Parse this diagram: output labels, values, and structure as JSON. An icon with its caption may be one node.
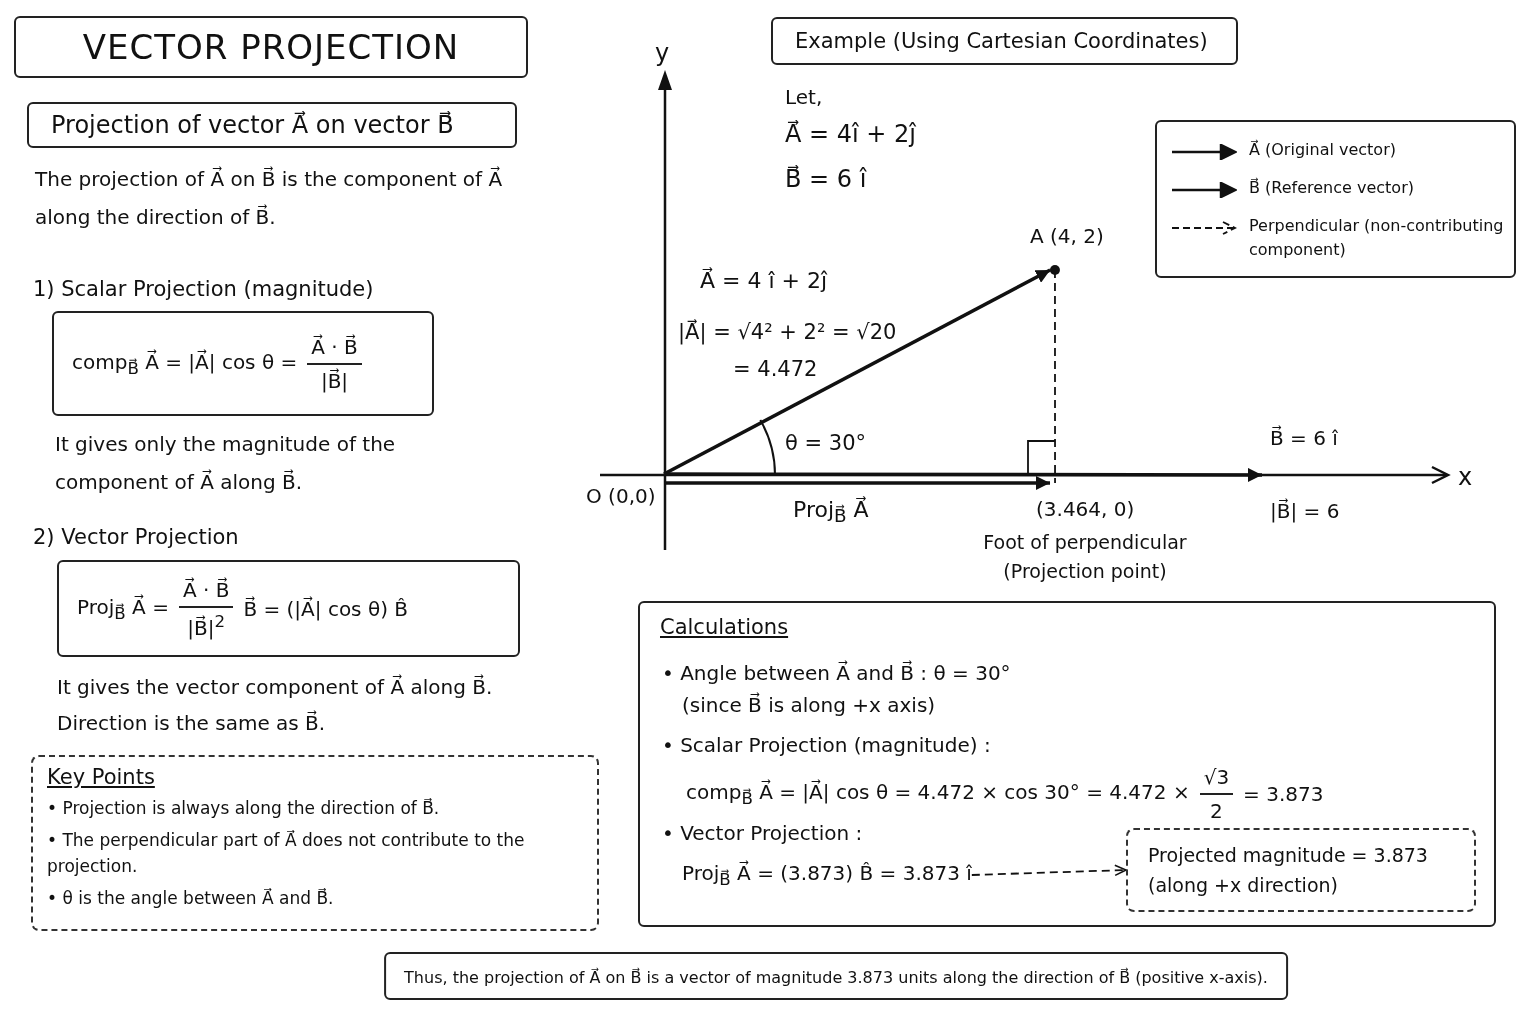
{
  "diagram": {
    "title": "VECTOR PROJECTION",
    "caption": "Thus, the projection of A⃗ on B⃗ is a vector of magnitude 3.873 units along the direction of B⃗ (positive x-axis).",
    "nodes": [
      {
        "text": [
          "Projection of vector A⃗ on vector B⃗"
        ]
      },
      {
        "text": [
          "comp$_{B⃗}$ A⃗ = |A⃗| cos θ =",
          "A⃗ · B⃗",
          "|B⃗|"
        ]
      },
      {
        "text": [
          "Proj$_{B⃗}$ A⃗ =",
          "A⃗ · B⃗",
          "|B⃗|$^{2}$",
          "B⃗ = (|A⃗| cos θ) B̂"
        ]
      },
      {
        "text": [
          "Key Points",
          "• Projection is always along the direction of B⃗.",
          "• The perpendicular part of A⃗ does not contribute to the projection.",
          "• θ is the angle between A⃗ and B⃗."
        ]
      },
      {
        "text": [
          "Example (Using Cartesian Coordinates)"
        ]
      },
      {
        "text": [
          "Calculations",
          "• Angle between A⃗ and B⃗ : θ = 30°",
          "(since B⃗ is along +x axis)",
          "• Scalar Projection (magnitude) :",
          "comp$_{B⃗}$ A⃗ = |A⃗| cos θ = 4.472 × cos 30° = 4.472 ×",
          "√3",
          "2",
          "= 3.873",
          "• Vector Projection :"
        ]
      },
      {
        "text": [
          "Proj$_{B⃗}$ A⃗ = (3.873) B̂ = 3.873 î"
        ],
        "in": 5
      },
      {
        "text": [
          "Projected magnitude = 3.873 (along +x direction)"
        ],
        "in": 5
      },
      {
        "text": [
          "O (0,0)"
        ]
      },
      {
        "text": [
          "A (4, 2)"
        ]
      },
      {
        "text": [
          "(3.464, 0)"
        ],
        "beside": [
          "Foot of perpendicular (Projection point)"
        ]
      },
      {
        "text": [
          "B⃗ = 6 î"
        ],
        "beside": [
          "|B⃗| = 6"
        ]
      }
    ],
    "edges": [
      {
        "from": 8,
        "to": 9,
        "arrow": "to"
      },
      {
        "from": 8,
        "to": 11,
        "arrow": "to"
      },
      {
        "from": 8,
        "to": 10,
        "arrow": "to",
        "label": "Proj$_{B⃗}$ A⃗"
      },
      {
        "from": 9,
        "to": 10,
        "arrow": "other",
        "style": "dashed"
      },
      {
        "from": 6,
        "to": 7,
        "arrow": "to",
        "style": "dashed"
      }
    ],
    "labels": [
      "The projection of A⃗ on B⃗ is the component of A⃗ along the direction of B⃗.",
      "1) Scalar Projection (magnitude)",
      "It gives only the magnitude of the component of A⃗ along B⃗.",
      "2) Vector Projection",
      "It gives the vector component of A⃗ along B⃗.",
      "Direction is the same as B⃗.",
      "y",
      "x",
      "Let,",
      "A⃗ = 4î + 2ĵ",
      "B⃗ = 6 î",
      "A⃗ = 4 î + 2ĵ",
      "|A⃗| = √4² + 2² = √20",
      "= 4.472",
      "θ = 30°"
    ],
    "legend": [
      {
        "text": "A⃗ (Original vector)"
      },
      {
        "text": "B⃗ (Reference vector)"
      },
      {
        "text": "Perpendicular (non-contributing component)"
      }
    ]
  }
}
